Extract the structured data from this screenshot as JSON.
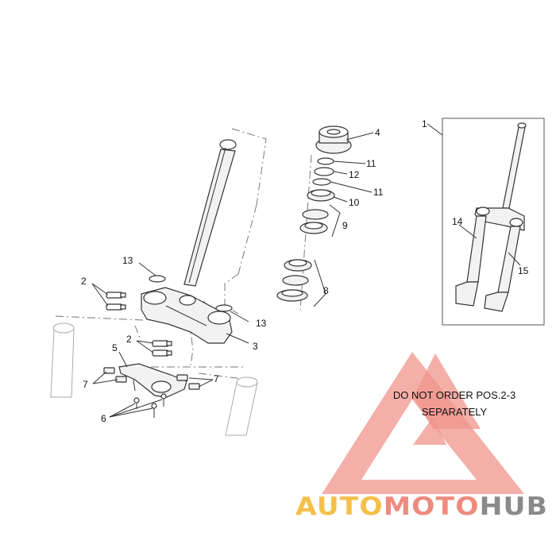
{
  "diagram": {
    "callouts": [
      "1",
      "2",
      "2",
      "3",
      "4",
      "5",
      "6",
      "7",
      "7",
      "8",
      "9",
      "10",
      "11",
      "11",
      "12",
      "13",
      "13",
      "14",
      "15"
    ],
    "note_lines": [
      "DO NOT ORDER POS.2-3",
      "SEPARATELY"
    ]
  },
  "watermark": {
    "text_parts": [
      "AUTO",
      "MOTO",
      "HUB"
    ],
    "colors": {
      "auto": "#f5c04a",
      "moto": "#ef8a7f",
      "hub": "#8a8a8a",
      "triangle": "#ef8a7f"
    }
  }
}
